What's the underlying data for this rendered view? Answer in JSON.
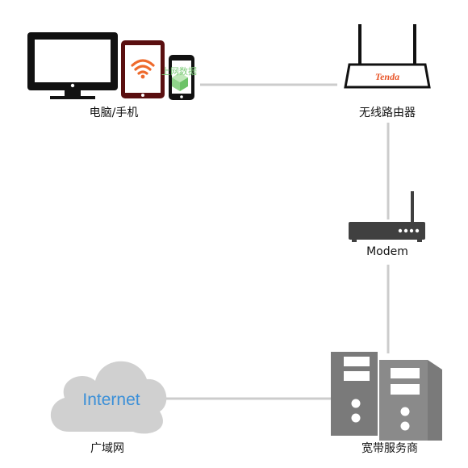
{
  "labels": {
    "devices": "电脑/手机",
    "router": "无线路由器",
    "modem": "Modem",
    "wan": "广域网",
    "isp": "宽带服务商"
  },
  "flow_label": "上网数据",
  "cloud_text": "Internet",
  "router_brand": "Tenda",
  "colors": {
    "connector": "#cccccc",
    "device_dark": "#111111",
    "tablet_body": "#5a0f10",
    "wifi_orange": "#ee6a2c",
    "brand_orange": "#e8562a",
    "cloud": "#d0d0d0",
    "cloud_text": "#3a8fd8",
    "flow_green": "#7ecb7a",
    "server_gray": "#7a7a7a",
    "server_dark": "#404040"
  },
  "icons": [
    "monitor-icon",
    "tablet-icon",
    "phone-icon",
    "wifi-icon",
    "data-cube-icon",
    "router-icon",
    "modem-icon",
    "cloud-icon",
    "server-icon"
  ]
}
